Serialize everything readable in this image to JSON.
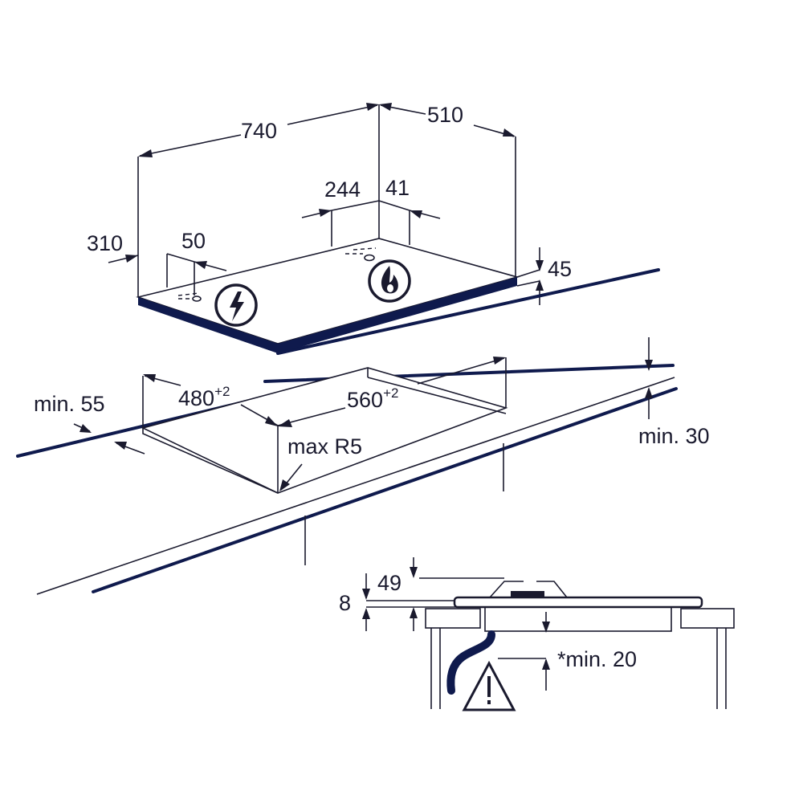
{
  "hob": {
    "width": "740",
    "depth": "510",
    "burner_offset": "244",
    "burner_gap": "41",
    "left_offset": "310",
    "connector_offset": "50",
    "height": "45"
  },
  "cutout": {
    "depth": "480",
    "depth_tol": "+2",
    "width": "560",
    "width_tol": "+2",
    "front_clearance": "min. 55",
    "worktop_thickness": "min. 30",
    "corner_radius": "max R5"
  },
  "section": {
    "top_height": "49",
    "lip": "8",
    "below_clearance": "*min. 20"
  },
  "icons": [
    "electric-symbol-icon",
    "gas-flame-icon",
    "warning-triangle-icon"
  ],
  "colors": {
    "line": "#1a1a2e",
    "thick": "#0f1a4d"
  }
}
